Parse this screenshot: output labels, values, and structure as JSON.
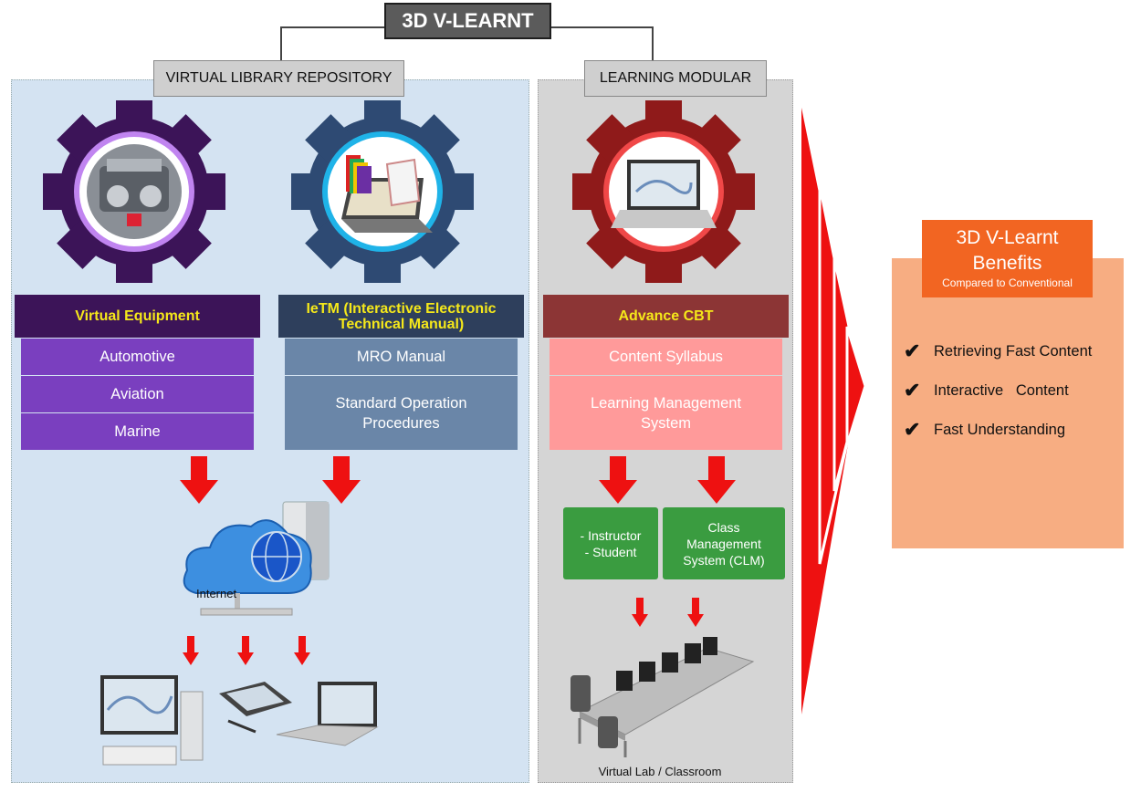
{
  "title": "3D V-LEARNT",
  "sections": {
    "library": "VIRTUAL LIBRARY REPOSITORY",
    "modular": "LEARNING MODULAR"
  },
  "columns": [
    {
      "header": "Virtual Equipment",
      "items": [
        "Automotive",
        "Aviation",
        "Marine"
      ],
      "gear_icon": "engine-gear-icon"
    },
    {
      "header": "IeTM  (Interactive Electronic Technical Manual)",
      "items": [
        "MRO Manual",
        "Standard Operation Procedures"
      ],
      "gear_icon": "laptop-manual-gear-icon"
    },
    {
      "header": "Advance CBT",
      "items": [
        "Content Syllabus",
        "Learning Management System"
      ],
      "gear_icon": "laptop-cbt-gear-icon"
    }
  ],
  "internet_label": "Internet",
  "green_boxes": [
    "- Instructor\n- Student",
    "Class Management System (CLM)"
  ],
  "classroom_label": "Virtual Lab / Classroom",
  "benefits": {
    "title": "3D V-Learnt Benefits",
    "subtitle": "Compared to Conventional",
    "items": [
      "Retrieving Fast Content",
      "Interactive   Content",
      "Fast Understanding"
    ]
  },
  "colors": {
    "purple_header": "#3c1458",
    "purple_item": "#7a3fbf",
    "navy_header": "#2e3f5c",
    "slate_item": "#6a86a8",
    "maroon_header": "#8c3535",
    "pink_item": "#ff9a9a",
    "arrow_red": "#ee1111",
    "benefit_orange": "#f26522"
  }
}
